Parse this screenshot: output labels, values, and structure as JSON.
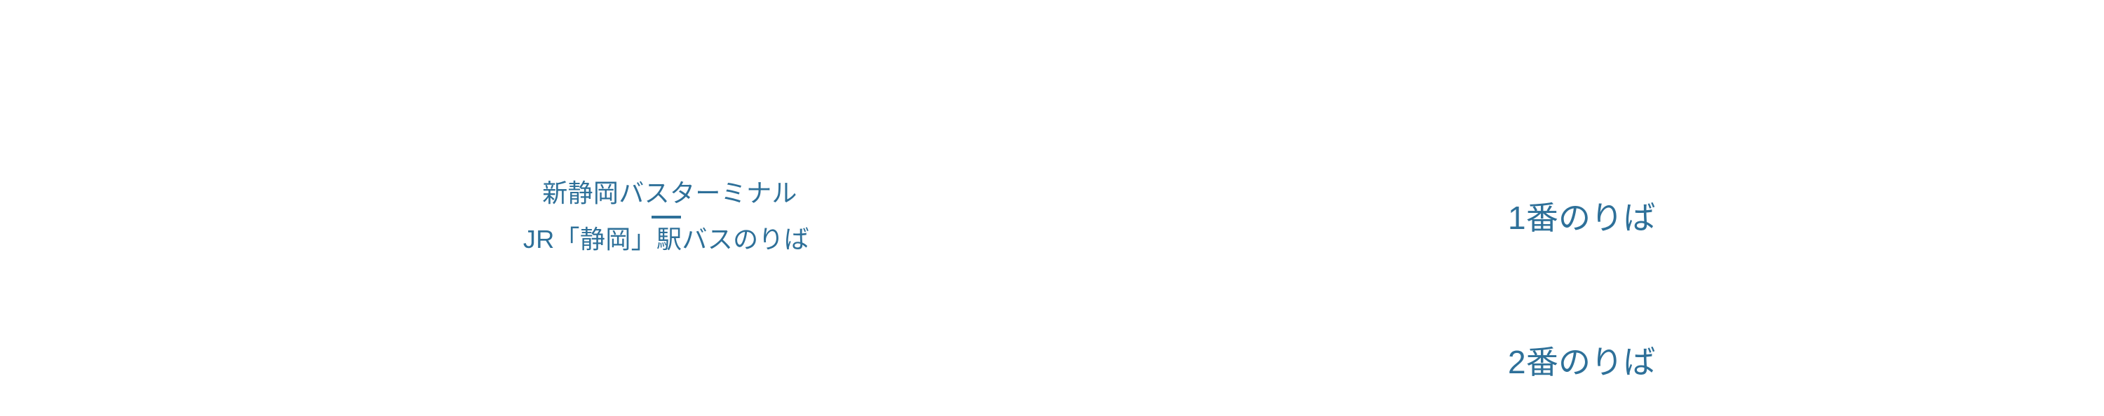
{
  "sign": {
    "background_color": "#ffffff",
    "accent_color": "#2e7099",
    "terminal": {
      "name": "新静岡バスターミナル",
      "divider": "—",
      "station_stop": "JR「静岡」駅バスのりば"
    },
    "platforms": [
      {
        "label": "1番のりば",
        "number": "1"
      },
      {
        "label": "2番のりば",
        "number": "2"
      }
    ]
  }
}
